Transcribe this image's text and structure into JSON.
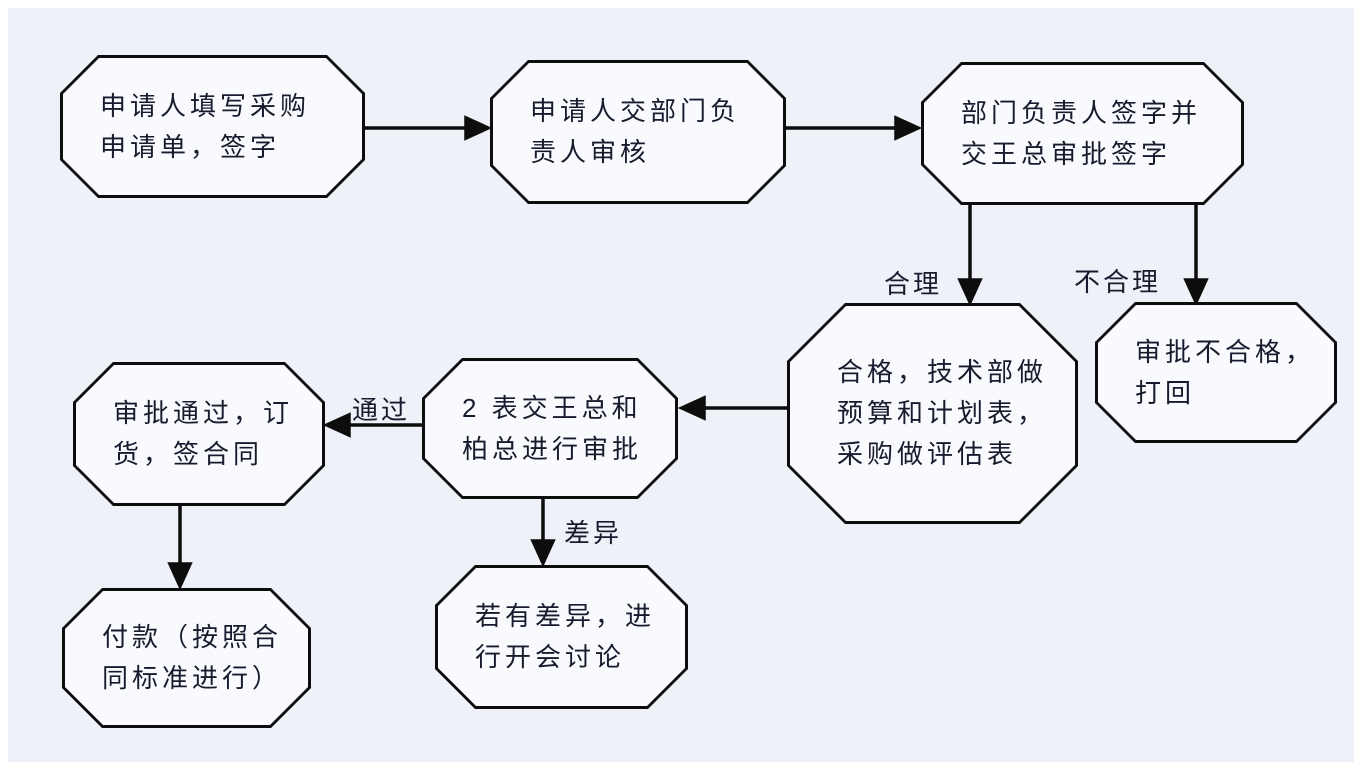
{
  "diagram": {
    "colors": {
      "background": "#eef1f7",
      "node_fill": "#f8fafd",
      "stroke": "#0d0d0d",
      "text": "#1a1a2e"
    },
    "nodes": [
      {
        "id": "fill-form",
        "lines": [
          "申请人填写采购",
          "申请单，签字"
        ]
      },
      {
        "id": "submit-to-head",
        "lines": [
          "申请人交部门负",
          "责人审核"
        ]
      },
      {
        "id": "head-sign-approve",
        "lines": [
          "部门负责人签字并",
          "交王总审批签字"
        ]
      },
      {
        "id": "qualified-tables",
        "lines": [
          "合格，技术部做",
          "预算和计划表，",
          "采购做评估表"
        ]
      },
      {
        "id": "reject-return",
        "lines": [
          "审批不合格，",
          "打回"
        ]
      },
      {
        "id": "two-tables-approval",
        "lines": [
          "2 表交王总和",
          "柏总进行审批"
        ]
      },
      {
        "id": "approved-order",
        "lines": [
          "审批通过，订",
          "货，签合同"
        ]
      },
      {
        "id": "discuss-meeting",
        "lines": [
          "若有差异，进",
          "行开会讨论"
        ]
      },
      {
        "id": "payment",
        "lines": [
          "付款（按照合",
          "同标准进行）"
        ]
      }
    ],
    "edge_labels": [
      {
        "id": "reasonable",
        "text": "合理"
      },
      {
        "id": "unreasonable",
        "text": "不合理"
      },
      {
        "id": "pass",
        "text": "通过"
      },
      {
        "id": "difference",
        "text": "差异"
      }
    ]
  }
}
